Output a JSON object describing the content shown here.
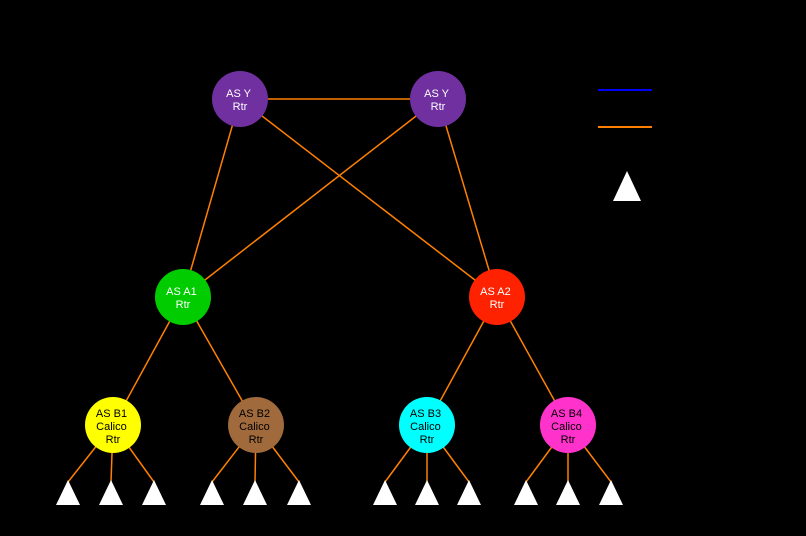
{
  "diagram": {
    "background": "#000000",
    "edge_color": "#FF8000",
    "leaf_triangle_color": "#FFFFFF",
    "nodes": {
      "as_y_left": {
        "label": [
          "AS Y",
          "Rtr"
        ],
        "color": "#7030A0",
        "text_color": "#FFFFFF"
      },
      "as_y_right": {
        "label": [
          "AS Y",
          "Rtr"
        ],
        "color": "#7030A0",
        "text_color": "#FFFFFF"
      },
      "as_a1": {
        "label": [
          "AS A1",
          "Rtr"
        ],
        "color": "#00CC00",
        "text_color": "#FFFFFF"
      },
      "as_a2": {
        "label": [
          "AS A2",
          "Rtr"
        ],
        "color": "#FF2200",
        "text_color": "#FFFFFF"
      },
      "as_b1": {
        "label": [
          "AS B1",
          "Calico",
          "Rtr"
        ],
        "color": "#FFFF00",
        "text_color": "#000000"
      },
      "as_b2": {
        "label": [
          "AS B2",
          "Calico",
          "Rtr"
        ],
        "color": "#A06A3C",
        "text_color": "#000000"
      },
      "as_b3": {
        "label": [
          "AS B3",
          "Calico",
          "Rtr"
        ],
        "color": "#00FFFF",
        "text_color": "#000000"
      },
      "as_b4": {
        "label": [
          "AS B4",
          "Calico",
          "Rtr"
        ],
        "color": "#FF33CC",
        "text_color": "#000000"
      }
    },
    "leaf_triangle_counts": {
      "as_b1": 3,
      "as_b2": 3,
      "as_b3": 3,
      "as_b4": 3
    },
    "legend": {
      "blue_line_color": "#0000FF",
      "orange_line_color": "#FF8000",
      "triangle_color": "#FFFFFF"
    }
  }
}
